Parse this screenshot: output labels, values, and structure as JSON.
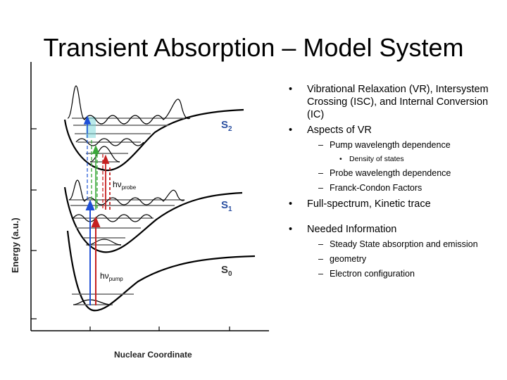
{
  "slide": {
    "title": "Transient Absorption – Model System"
  },
  "diagram": {
    "y_axis_label": "Energy (a.u.)",
    "x_axis_label": "Nuclear Coordinate",
    "state_s2": {
      "base": "S",
      "sub": "2"
    },
    "state_s1": {
      "base": "S",
      "sub": "1"
    },
    "state_s0": {
      "base": "S",
      "sub": "0"
    },
    "probe_label": {
      "base": "hν",
      "sub": "probe"
    },
    "pump_label": {
      "base": "hν",
      "sub": "pump"
    },
    "colors": {
      "curve": "#000000",
      "state_label": "#2a4fa0",
      "pump_arrow": "#1f4fd6",
      "probe_arrow": "#c62020",
      "probe_dash_green": "#3aa83a",
      "probe_dash_blue": "#2b5fd8",
      "highlight_cyan": "#7fd8d8"
    }
  },
  "bullets": {
    "item1": "Vibrational Relaxation (VR), Intersystem Crossing (ISC), and Internal Conversion (IC)",
    "item2": "Aspects of VR",
    "item2_sub1": "Pump wavelength dependence",
    "item2_sub1_sub1": "Density of states",
    "item2_sub2": "Probe wavelength dependence",
    "item2_sub3": "Franck-Condon Factors",
    "item3": "Full-spectrum, Kinetic trace",
    "item4": "Needed Information",
    "item4_sub1": "Steady State absorption and emission",
    "item4_sub2": "geometry",
    "item4_sub3": "Electron configuration"
  }
}
